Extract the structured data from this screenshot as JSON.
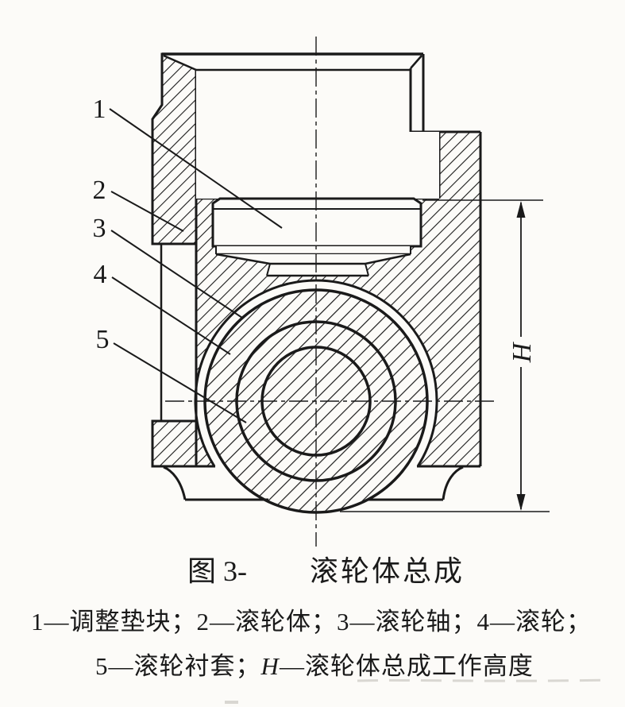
{
  "caption": {
    "figure_no": "图 3-",
    "title": "滚轮体总成"
  },
  "legend": {
    "line1": "1—调整垫块；2—滚轮体；3—滚轮轴；4—滚轮；",
    "line2_prefix": "5—滚轮衬套；",
    "line2_symbol": "H",
    "line2_suffix": "—滚轮体总成工作高度"
  },
  "callouts": [
    "1",
    "2",
    "3",
    "4",
    "5"
  ],
  "dimension": {
    "label": "H"
  },
  "colors": {
    "ink": "#1a1a1a",
    "paper": "#fcfbf8"
  }
}
